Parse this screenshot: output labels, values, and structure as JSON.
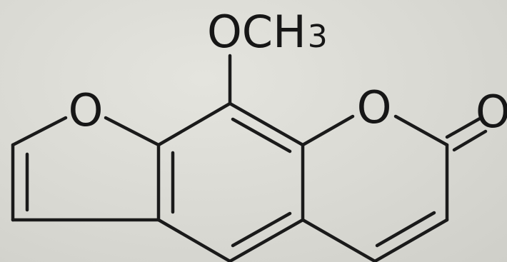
{
  "molecule": {
    "substituent": {
      "main": "OCH",
      "subscript": "3"
    },
    "atoms": {
      "furan_oxygen": "O",
      "pyrone_oxygen": "O",
      "carbonyl_oxygen": "O"
    }
  },
  "colors": {
    "ink": "#1a1a1a",
    "paper": "#d8d8d2"
  }
}
